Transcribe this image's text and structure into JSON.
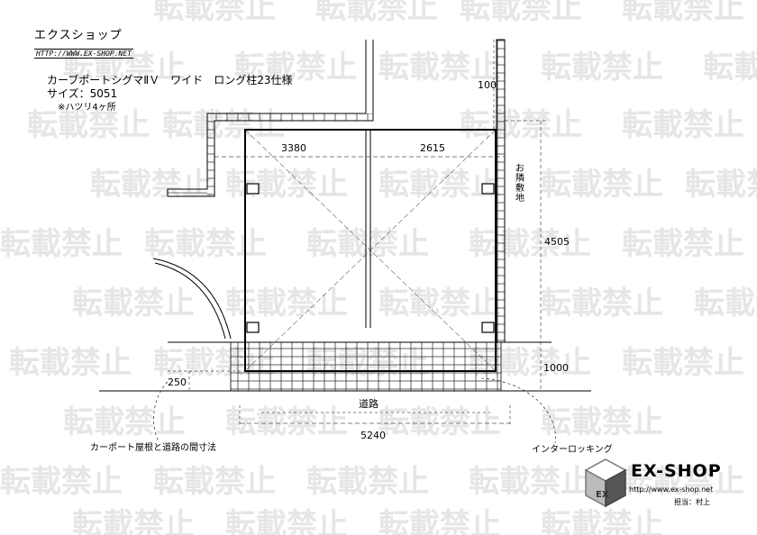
{
  "header": {
    "shop_name": "エクスショップ",
    "shop_url": "HTTP://WWW.EX-SHOP.NET"
  },
  "product": {
    "name": "カーブポートシグマⅡＶ　ワイド　ロング柱23仕様",
    "size": "サイズ：5051",
    "note": "※ハツリ4ヶ所"
  },
  "dimensions": {
    "top_offset": "100",
    "span_left": "3380",
    "span_right": "2615",
    "depth": "4505",
    "front_band": "1000",
    "road_gap": "250",
    "total_width": "5240"
  },
  "labels": {
    "neighbor": "お隣敷地",
    "road": "道路",
    "interlocking": "インターロッキング",
    "gap_note": "カーポート屋根と道路の間寸法"
  },
  "logo": {
    "name": "EX-SHOP",
    "url": "http://www.ex-shop.net",
    "staff": "担当：村上"
  },
  "watermark": {
    "text": "転載禁止"
  }
}
